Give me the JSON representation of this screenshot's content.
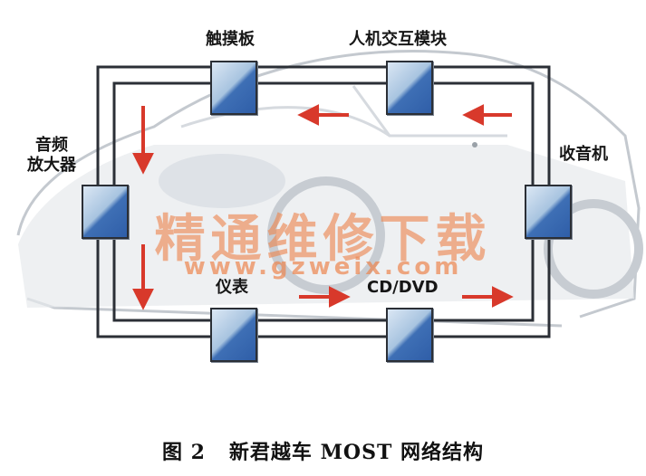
{
  "nodes": {
    "touch_panel": "触摸板",
    "hmi_module": "人机交互模块",
    "audio_amp": "音频\n放大器",
    "radio": "收音机",
    "instrument": "仪表",
    "cd_dvd": "CD/DVD"
  },
  "watermark": {
    "chinese": "精通维修下载",
    "url": "www.gzweix.com"
  },
  "caption": {
    "figure_number": "图 2",
    "title": "新君越车 MOST 网络结构"
  },
  "colors": {
    "ring_line": "#2b2f36",
    "arrow": "#d8392b",
    "watermark": "#ec844e"
  }
}
